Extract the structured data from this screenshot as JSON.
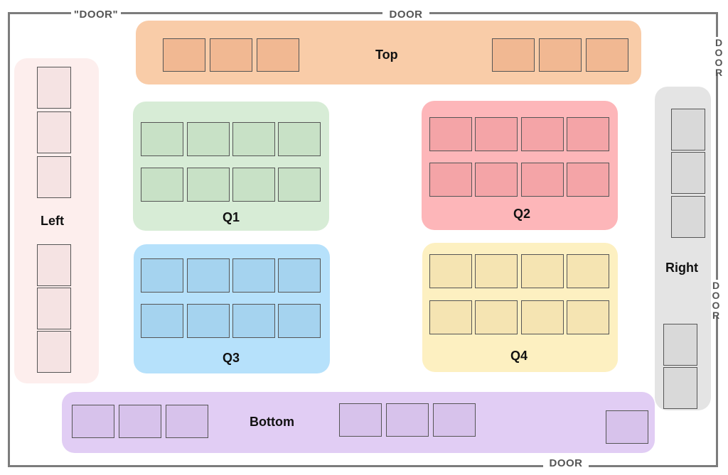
{
  "doors": {
    "top_left": "\"DOOR\"",
    "top_center": "DOOR",
    "right_top": "DOOR",
    "right_middle": "DOOR",
    "bottom": "DOOR"
  },
  "zones": {
    "top": {
      "label": "Top",
      "color": "#f9cca8",
      "table_color": "#f1b892",
      "tables": 6
    },
    "left": {
      "label": "Left",
      "color": "#fdeeed",
      "table_color": "#f5e3e3",
      "tables": 6
    },
    "q1": {
      "label": "Q1",
      "color": "#d7ecd6",
      "table_color": "#c8e1c6",
      "tables": 8
    },
    "q2": {
      "label": "Q2",
      "color": "#fdb6b9",
      "table_color": "#f4a4a7",
      "tables": 8
    },
    "q3": {
      "label": "Q3",
      "color": "#b6e1fb",
      "table_color": "#a5d3ef",
      "tables": 8
    },
    "q4": {
      "label": "Q4",
      "color": "#fdf0c1",
      "table_color": "#f5e4b2",
      "tables": 8
    },
    "right": {
      "label": "Right",
      "color": "#e4e4e4",
      "table_color": "#d9d9d9",
      "tables": 5
    },
    "bottom": {
      "label": "Bottom",
      "color": "#e1cdf4",
      "table_color": "#d7c2eb",
      "tables": 7
    }
  }
}
